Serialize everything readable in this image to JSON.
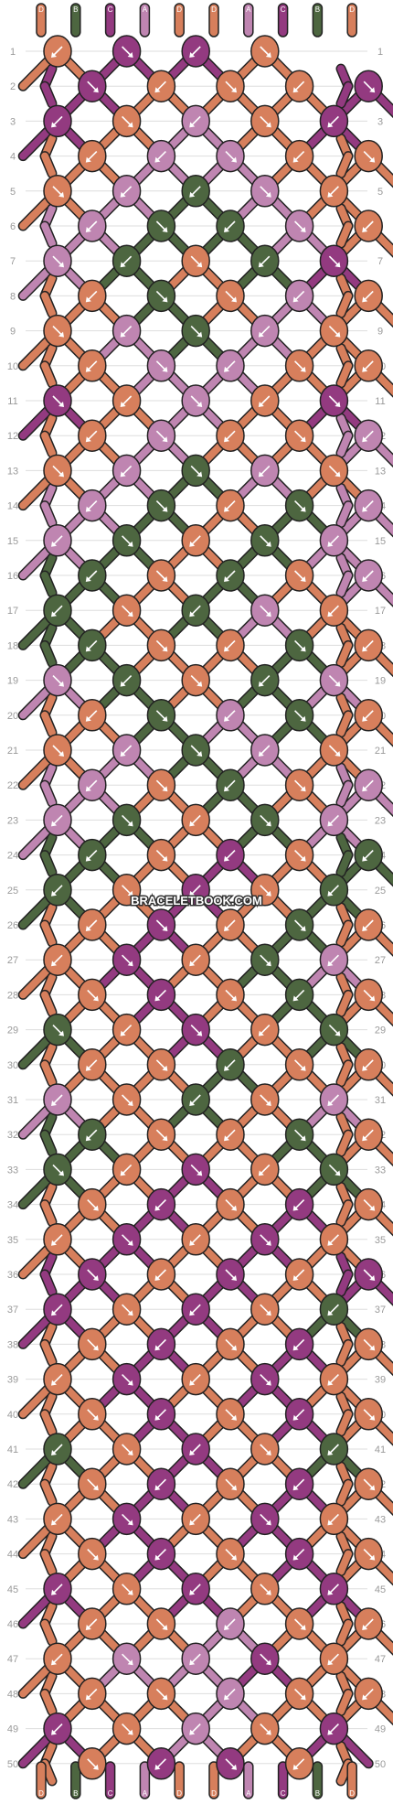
{
  "watermark": "BRACELETBOOK.COM",
  "palette": {
    "D": "#d77f5c",
    "B": "#4d6640",
    "C": "#933a80",
    "A": "#bf85b1"
  },
  "strands_top": [
    "D",
    "B",
    "C",
    "A",
    "D",
    "D",
    "A",
    "C",
    "B",
    "D"
  ],
  "strands_bottom": [
    "D",
    "B",
    "C",
    "A",
    "D",
    "D",
    "A",
    "C",
    "B",
    "D"
  ],
  "row_labels": [
    "1",
    "2",
    "3",
    "4",
    "5",
    "6",
    "7",
    "8",
    "9",
    "10",
    "11",
    "12",
    "13",
    "14",
    "15",
    "16",
    "17",
    "18",
    "19",
    "20",
    "21",
    "22",
    "23",
    "24",
    "25",
    "26",
    "27",
    "28",
    "29",
    "30",
    "31",
    "32",
    "33",
    "34",
    "35",
    "36",
    "37",
    "38",
    "39",
    "40",
    "41",
    "42",
    "43",
    "44",
    "45",
    "46",
    "47",
    "48",
    "49",
    "50"
  ],
  "knots": [
    {
      "c": "DCCD",
      "d": "LRLR"
    },
    {
      "c": "CDDDC",
      "d": "RLRLR"
    },
    {
      "c": "CDADC",
      "d": "LRLRL"
    },
    {
      "c": "DAADD",
      "d": "LLRLR"
    },
    {
      "c": "DABAD",
      "d": "RLLRL"
    },
    {
      "c": "ABBAD",
      "d": "LRLRL"
    },
    {
      "c": "ABDBC",
      "d": "RLRLR"
    },
    {
      "c": "DBDAD",
      "d": "LRRLL"
    },
    {
      "c": "DABAD",
      "d": "RLRLR"
    },
    {
      "c": "DAADD",
      "d": "LRLRL"
    },
    {
      "c": "CDADC",
      "d": "RLRLR"
    },
    {
      "c": "DADDA",
      "d": "LRLRL"
    },
    {
      "c": "DABAD",
      "d": "RLRLR"
    },
    {
      "c": "ABDBA",
      "d": "LRLRL"
    },
    {
      "c": "ABDBA",
      "d": "LRLRL"
    },
    {
      "c": "BDBDA",
      "d": "LRLRL"
    },
    {
      "c": "BDBAD",
      "d": "LRLRL"
    },
    {
      "c": "BDDBD",
      "d": "LRLRL"
    },
    {
      "c": "ABDBA",
      "d": "RLRLR"
    },
    {
      "c": "DBABD",
      "d": "LRLRL"
    },
    {
      "c": "DABAD",
      "d": "RLRLR"
    },
    {
      "c": "ADBDA",
      "d": "LRLRL"
    },
    {
      "c": "ABDBA",
      "d": "LRLRL"
    },
    {
      "c": "BDCDB",
      "d": "LRLRL"
    },
    {
      "c": "BDCDB",
      "d": "LRLRL"
    },
    {
      "c": "DCDBD",
      "d": "LRLRL"
    },
    {
      "c": "DCDBA",
      "d": "LRLRL"
    },
    {
      "c": "DCDBD",
      "d": "RLRLR"
    },
    {
      "c": "BDCDB",
      "d": "RLRLR"
    },
    {
      "c": "DDBDD",
      "d": "LRLRL"
    },
    {
      "c": "ADBDA",
      "d": "LRLRL"
    },
    {
      "c": "BDDBD",
      "d": "LRLRL"
    },
    {
      "c": "BDCDB",
      "d": "RLRLR"
    },
    {
      "c": "DCDCD",
      "d": "RLRLR"
    },
    {
      "c": "DCDCD",
      "d": "LRLRL"
    },
    {
      "c": "CDCDC",
      "d": "RLRLR"
    },
    {
      "c": "CDCDB",
      "d": "LRLRL"
    },
    {
      "c": "DCDCD",
      "d": "RLRLR"
    },
    {
      "c": "DCDCD",
      "d": "LRLRL"
    },
    {
      "c": "DCDCD",
      "d": "RLRLR"
    },
    {
      "c": "BDCDB",
      "d": "LRLRL"
    },
    {
      "c": "DCDCD",
      "d": "RLRLR"
    },
    {
      "c": "DCDCD",
      "d": "LRLRL"
    },
    {
      "c": "DCDCD",
      "d": "RLRLR"
    },
    {
      "c": "CDCDC",
      "d": "LRLRL"
    },
    {
      "c": "DDADD",
      "d": "LRLRL"
    },
    {
      "c": "DAACD",
      "d": "LRLRL"
    },
    {
      "c": "DDADD",
      "d": "LRLRL"
    },
    {
      "c": "CDADC",
      "d": "LRLRL"
    },
    {
      "c": "DCCD",
      "d": "RLRL"
    }
  ]
}
